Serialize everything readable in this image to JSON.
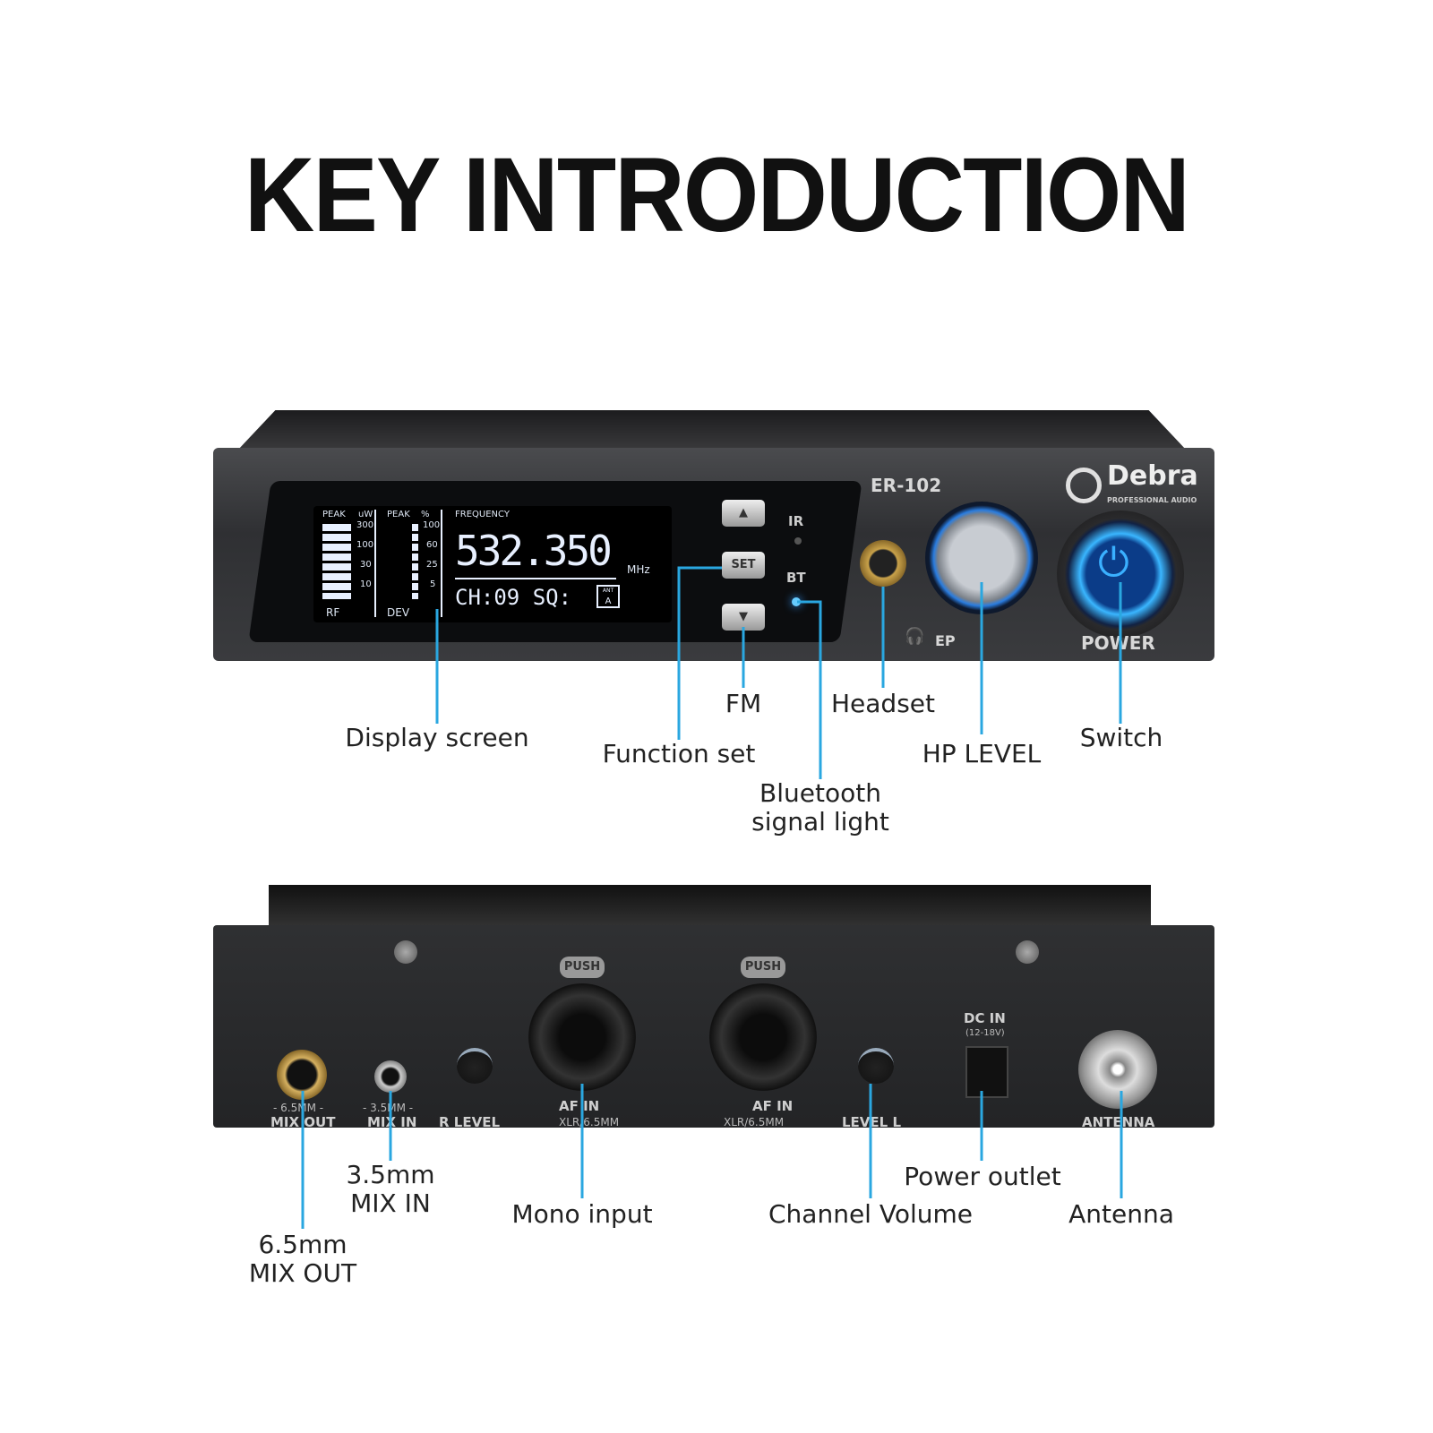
{
  "title": "KEY INTRODUCTION",
  "accent_color": "#2aa7e0",
  "front": {
    "model": "ER-102",
    "brand": "Debra",
    "brand_sub": "PROFESSIONAL AUDIO",
    "display": {
      "rf_peak": "PEAK",
      "rf_unit": "uW",
      "rf_ticks": [
        "300",
        "100",
        "30",
        "10"
      ],
      "rf_label": "RF",
      "dev_peak": "PEAK",
      "dev_unit": "%",
      "dev_ticks": [
        "100",
        "60",
        "25",
        "5"
      ],
      "dev_label": "DEV",
      "frequency_label": "FREQUENCY",
      "frequency": "532.350",
      "frequency_unit": "MHz",
      "channel": "CH:09",
      "squelch": "SQ:",
      "ant_label": "ANT",
      "ant_value": "A"
    },
    "buttons": {
      "up": "▲",
      "set": "SET",
      "down": "▼"
    },
    "ir_label": "IR",
    "bt_label": "BT",
    "ep_label": "EP",
    "power_label": "POWER"
  },
  "front_callouts": {
    "display": "Display screen",
    "function": "Function set",
    "fm": "FM",
    "bluetooth": [
      "Bluetooth",
      "signal light"
    ],
    "headset": "Headset",
    "hp_level": "HP LEVEL",
    "switch": "Switch"
  },
  "rear": {
    "mix_out_size": "- 6.5MM -",
    "mix_out": "MIX OUT",
    "mix_in_size": "- 3.5MM -",
    "mix_in": "MIX IN",
    "r_level": "LEVEL",
    "r_af_in": "AF IN",
    "r_xlr": "XLR/6.5MM",
    "l_af_in": "AF IN",
    "l_xlr": "XLR/6.5MM",
    "l_level": "LEVEL",
    "push": "PUSH",
    "r": "R",
    "l": "L",
    "dc_in": "DC IN",
    "dc_range": "(12-18V)",
    "antenna": "ANTENNA"
  },
  "rear_callouts": {
    "mix_in": [
      "3.5mm",
      "MIX IN"
    ],
    "mix_out": [
      "6.5mm",
      "MIX OUT"
    ],
    "mono": "Mono input",
    "volume": "Channel Volume",
    "power": "Power outlet",
    "antenna": "Antenna"
  }
}
